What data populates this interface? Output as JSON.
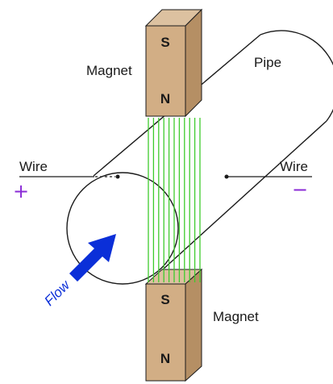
{
  "labels": {
    "magnet_top": "Magnet",
    "magnet_bottom": "Magnet",
    "pipe": "Pipe",
    "wire_left": "Wire",
    "wire_right": "Wire",
    "plus": "+",
    "minus": "−",
    "flow": "Flow",
    "pole_top_n": "N",
    "pole_top_s": "S",
    "pole_bottom_n": "N",
    "pole_bottom_s": "S"
  },
  "colors": {
    "magnet_face": "#d2ae85",
    "magnet_side": "#b58f64",
    "magnet_top": "#dcc1a0",
    "field_lines": "#3ecb2c",
    "flow_arrow": "#0b2fd8",
    "sign": "#8a2bd6",
    "outline": "#1a1a1a"
  }
}
